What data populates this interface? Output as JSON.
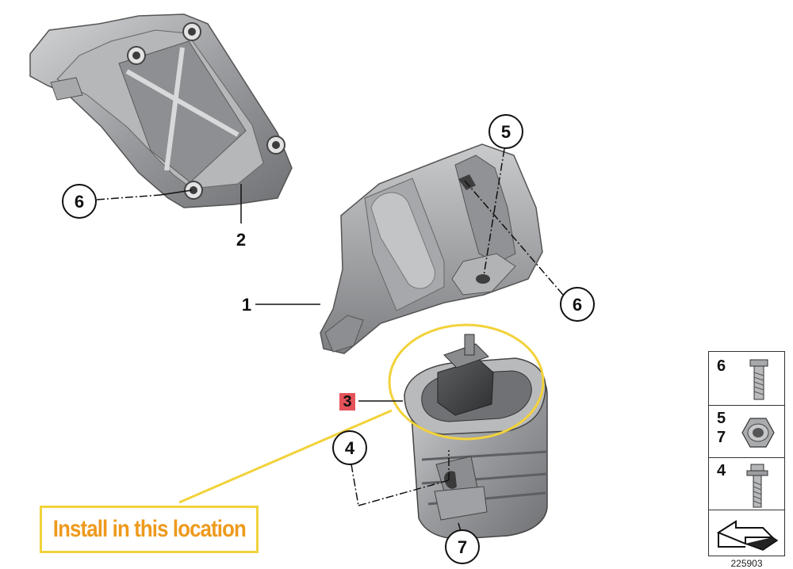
{
  "callouts": {
    "c6_left": "6",
    "c5": "5",
    "c6_right": "6",
    "c4": "4",
    "c7": "7"
  },
  "labels": {
    "part2": "2",
    "part1": "1",
    "part3": "3"
  },
  "annotation": {
    "install_text": "Install in this location",
    "highlight_color": "#f2d23a",
    "text_color": "#ee9a1d",
    "marker_color": "#e5535a"
  },
  "legend": {
    "row1": [
      "6"
    ],
    "row2": [
      "5",
      "7"
    ],
    "row3": [
      "4"
    ]
  },
  "reference_number": "225903"
}
